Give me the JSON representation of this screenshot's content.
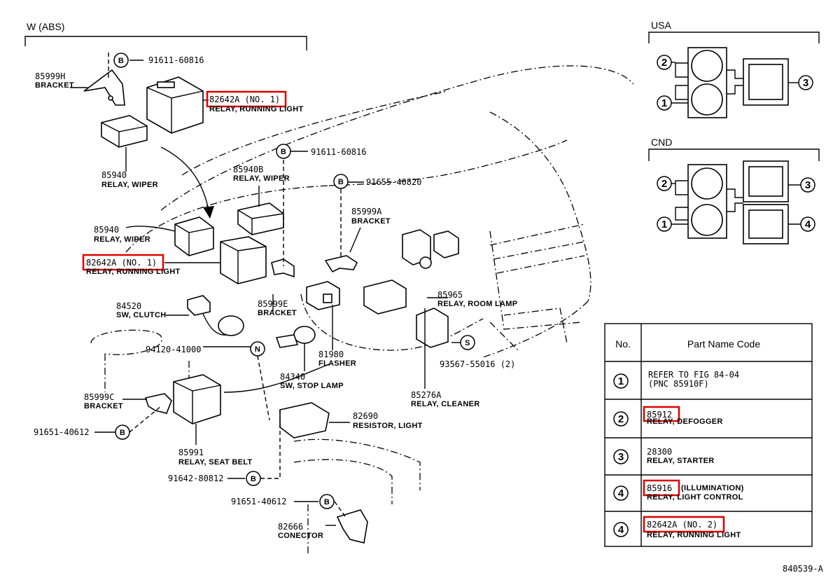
{
  "section_label": "W (ABS)",
  "figure_id": "840539-A",
  "fasteners": {
    "b1": {
      "mark": "B",
      "code": "91611-60816"
    },
    "b2": {
      "mark": "B",
      "code": "91611-60816"
    },
    "b3": {
      "mark": "B",
      "code": "91655-40820"
    },
    "b4": {
      "mark": "B",
      "code": "91651-40612"
    },
    "b5": {
      "mark": "B",
      "code": "91642-80812"
    },
    "b6": {
      "mark": "B",
      "code": "91651-40612"
    },
    "n1": {
      "mark": "N",
      "code": "94120-41000"
    },
    "s1": {
      "mark": "S",
      "code": "93567-55016 (2)"
    }
  },
  "callouts": [
    {
      "id": "c1",
      "code": "85999H",
      "name": "BRACKET"
    },
    {
      "id": "c2",
      "code": "82642A (NO. 1)",
      "name": "RELAY, RUNNING LIGHT",
      "highlight": true
    },
    {
      "id": "c3",
      "code": "85940",
      "name": "RELAY, WIPER"
    },
    {
      "id": "c4",
      "code": "85940B",
      "name": "RELAY, WIPER"
    },
    {
      "id": "c5",
      "code": "85999A",
      "name": "BRACKET"
    },
    {
      "id": "c6",
      "code": "85940",
      "name": "RELAY, WIPER"
    },
    {
      "id": "c7",
      "code": "82642A (NO. 1)",
      "name": "RELAY, RUNNING LIGHT",
      "highlight": true
    },
    {
      "id": "c8",
      "code": "85965",
      "name": "RELAY, ROOM LAMP"
    },
    {
      "id": "c9",
      "code": "84520",
      "name": "SW, CLUTCH"
    },
    {
      "id": "c10",
      "code": "85999E",
      "name": "BRACKET"
    },
    {
      "id": "c11",
      "code": "81980",
      "name": "FLASHER"
    },
    {
      "id": "c12",
      "code": "84340",
      "name": "SW, STOP LAMP"
    },
    {
      "id": "c13",
      "code": "85276A",
      "name": "RELAY, CLEANER"
    },
    {
      "id": "c14",
      "code": "85999C",
      "name": "BRACKET"
    },
    {
      "id": "c15",
      "code": "82690",
      "name": "RESISTOR, LIGHT"
    },
    {
      "id": "c16",
      "code": "85991",
      "name": "RELAY, SEAT BELT"
    },
    {
      "id": "c17",
      "code": "82666",
      "name": "CONECTOR"
    }
  ],
  "insets": {
    "usa": {
      "title": "USA",
      "markers": [
        "2",
        "1",
        "3"
      ]
    },
    "cnd": {
      "title": "CND",
      "markers": [
        "2",
        "1",
        "3",
        "4"
      ]
    }
  },
  "table": {
    "headers": [
      "No.",
      "Part Name Code"
    ],
    "rows": [
      {
        "no": "1",
        "code": "REFER TO FIG 84-04",
        "name": "(PNC 85910F)",
        "highlight": false
      },
      {
        "no": "2",
        "code": "85912",
        "name": "RELAY, DEFOGGER",
        "highlight": true
      },
      {
        "no": "3",
        "code": "28300",
        "name": "RELAY, STARTER",
        "highlight": false
      },
      {
        "no": "4",
        "code": "85916",
        "suffix": "(ILLUMINATION)",
        "name": "RELAY, LIGHT CONTROL",
        "highlight": true
      },
      {
        "no": "4",
        "code": "82642A (NO. 2)",
        "name": "RELAY, RUNNING LIGHT",
        "highlight": true
      }
    ]
  }
}
